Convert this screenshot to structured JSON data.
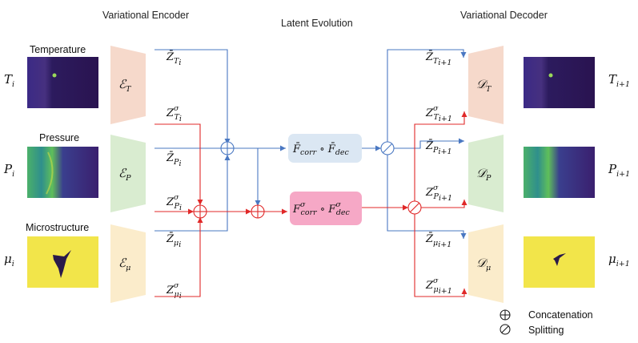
{
  "headers": {
    "encoder": "Variational Encoder",
    "latent": "Latent Evolution",
    "decoder": "Variational Decoder"
  },
  "fields": {
    "temperature": "Temperature",
    "pressure": "Pressure",
    "microstructure": "Microstructure"
  },
  "inputs": {
    "T": {
      "base": "T",
      "sub": "i"
    },
    "P": {
      "base": "P",
      "sub": "i"
    },
    "mu": {
      "base": "μ",
      "sub": "i"
    }
  },
  "outputs": {
    "T": {
      "base": "T",
      "sub": "i+1"
    },
    "P": {
      "base": "P",
      "sub": "i+1"
    },
    "mu": {
      "base": "μ",
      "sub": "i+1"
    }
  },
  "encoders": {
    "T": {
      "base": "ℰ",
      "sub": "T"
    },
    "P": {
      "base": "ℰ",
      "sub": "P"
    },
    "mu": {
      "base": "ℰ",
      "sub": "μ"
    }
  },
  "decoders": {
    "T": {
      "base": "𝒟",
      "sub": "T"
    },
    "P": {
      "base": "𝒟",
      "sub": "P"
    },
    "mu": {
      "base": "𝒟",
      "sub": "μ"
    }
  },
  "encoder_latents": {
    "zT": {
      "base": "Z̄",
      "sub": "T",
      "subsub": "i"
    },
    "zTs": {
      "base": "Z",
      "sup": "σ",
      "sub": "T",
      "subsub": "i"
    },
    "zP": {
      "base": "Z̄",
      "sub": "P",
      "subsub": "i"
    },
    "zPs": {
      "base": "Z",
      "sup": "σ",
      "sub": "P",
      "subsub": "i"
    },
    "zMu": {
      "base": "Z̄",
      "sub": "μ",
      "subsub": "i"
    },
    "zMus": {
      "base": "Z",
      "sup": "σ",
      "sub": "μ",
      "subsub": "i"
    }
  },
  "decoder_latents": {
    "zT": {
      "base": "Z̄",
      "sub": "T",
      "subsub": "i+1"
    },
    "zTs": {
      "base": "Z",
      "sup": "σ",
      "sub": "T",
      "subsub": "i+1"
    },
    "zP": {
      "base": "Z̄",
      "sub": "P",
      "subsub": "i+1"
    },
    "zPs": {
      "base": "Z",
      "sup": "σ",
      "sub": "P",
      "subsub": "i+1"
    },
    "zMu": {
      "base": "Z̄",
      "sub": "μ",
      "subsub": "i+1"
    },
    "zMus": {
      "base": "Z",
      "sup": "σ",
      "sub": "μ",
      "subsub": "i+1"
    }
  },
  "operators": {
    "mean": {
      "f1": "F̄",
      "s1": "corr",
      "op": " ∘ ",
      "f2": "F̄",
      "s2": "dec"
    },
    "sigma": {
      "f1": "F",
      "sup1": "σ",
      "s1": "corr",
      "op": " ∘ ",
      "f2": "F",
      "sup2": "σ",
      "s2": "dec"
    }
  },
  "legend": {
    "concat": "Concatenation",
    "split": "Splitting"
  },
  "colors": {
    "mean_path": "#4a78c2",
    "sigma_path": "#e02828",
    "T_module": "#f6d9cb",
    "P_module": "#d9ecd0",
    "mu_module": "#fbeccb",
    "mean_box": "#dbe7f3",
    "sigma_box": "#f6a8c6",
    "field_bg": "#3a1a5c",
    "micro_bg": "#f2e54a"
  }
}
